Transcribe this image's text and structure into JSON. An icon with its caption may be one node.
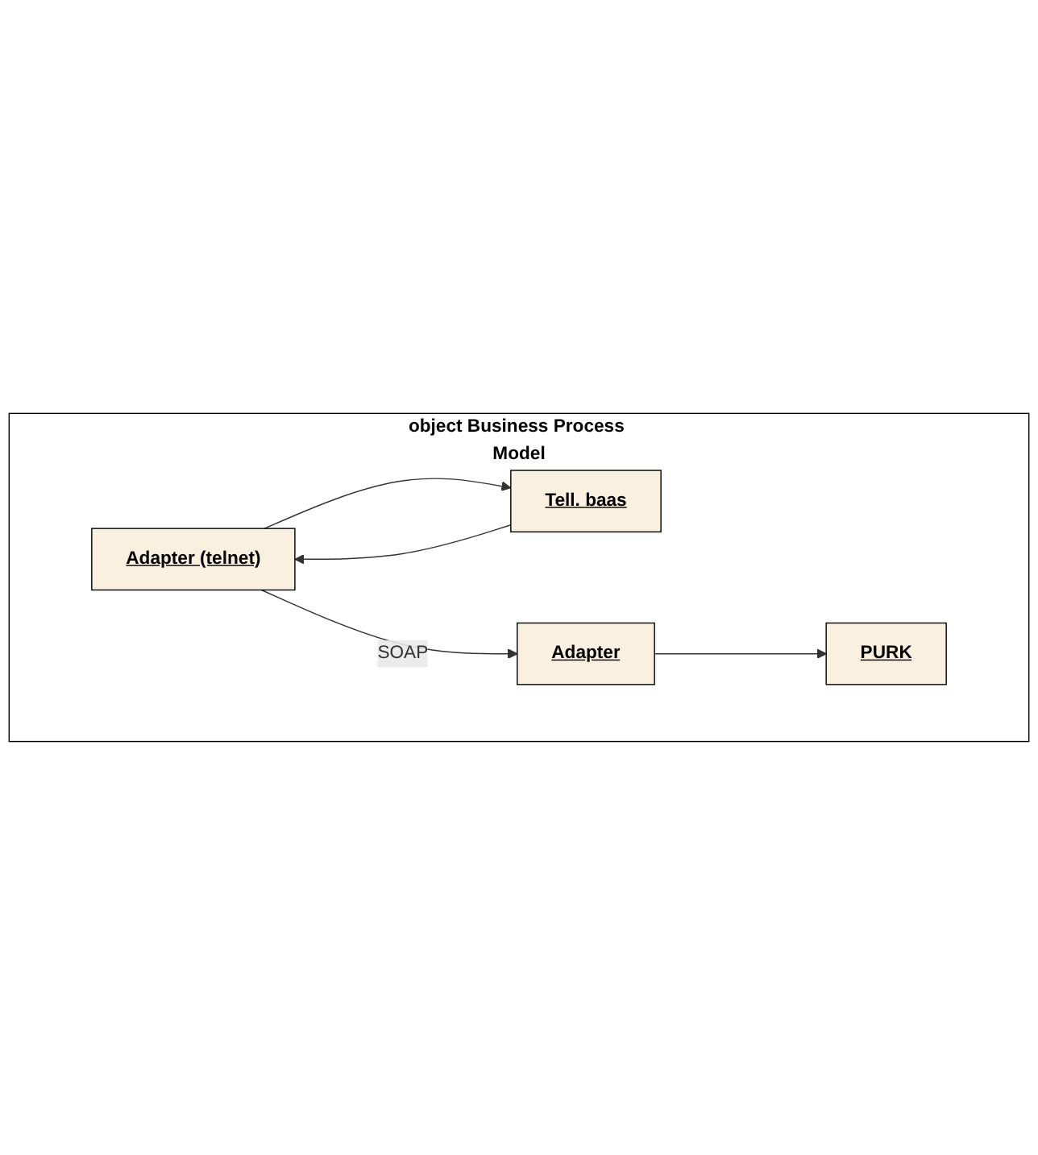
{
  "diagram": {
    "nodes": [
      {
        "text": [
          "object Business Process Model"
        ]
      },
      {
        "text": [
          "Adapter (telnet)"
        ],
        "in": 0
      },
      {
        "text": [
          "Tell. baas"
        ],
        "in": 0
      },
      {
        "text": [
          "PURK"
        ],
        "in": 0
      },
      {
        "text": [
          "Adapter"
        ],
        "in": 0
      }
    ],
    "edges": [
      {
        "from": 1,
        "to": 2,
        "arrow": "to"
      },
      {
        "from": 2,
        "to": 1,
        "arrow": "to"
      },
      {
        "from": 1,
        "to": 4,
        "arrow": "to",
        "label": "SOAP"
      },
      {
        "from": 4,
        "to": 3,
        "arrow": "to"
      }
    ]
  }
}
